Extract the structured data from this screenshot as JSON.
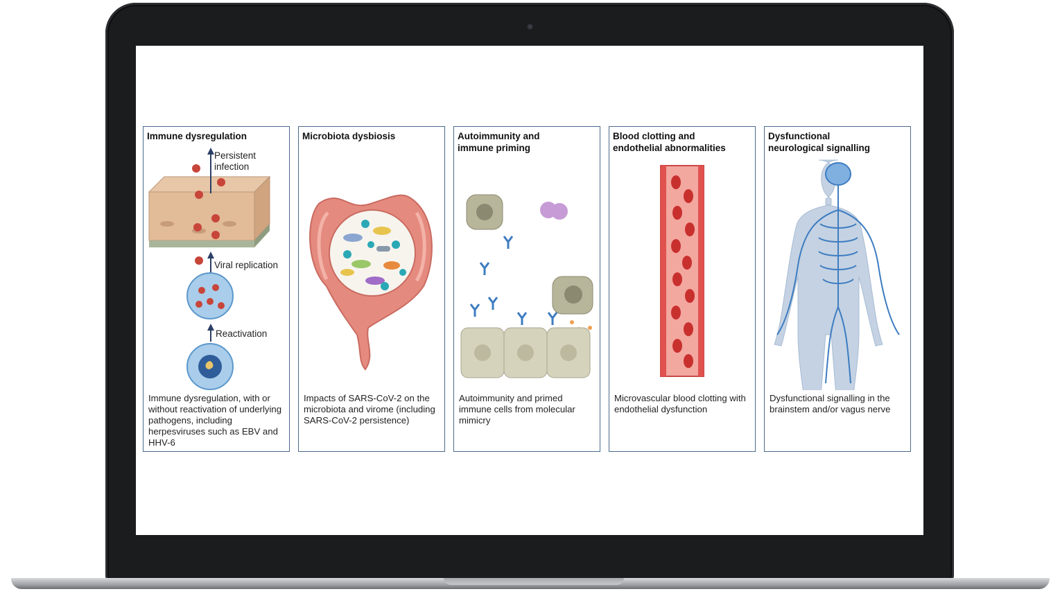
{
  "panels": [
    {
      "title": "Immune dysregulation",
      "caption": "Immune dysregulation, with or without reactivation of underlying pathogens, including herpesviruses such as EBV and HHV-6",
      "labels": {
        "persistent": "Persistent infection",
        "replication": "Viral replication",
        "reactivation": "Reactivation"
      }
    },
    {
      "title": "Microbiota dysbiosis",
      "caption": "Impacts of SARS-CoV-2 on the microbiota and virome (including SARS-CoV-2 persistence)"
    },
    {
      "title": "Autoimmunity and\nimmune priming",
      "caption": "Autoimmunity and primed immune cells from molecular mimicry"
    },
    {
      "title": "Blood clotting and\nendothelial abnormalities",
      "caption": "Microvascular blood clotting with endothelial dysfunction"
    },
    {
      "title": "Dysfunctional\nneurological signalling",
      "caption": "Dysfunctional signalling in the brainstem and/or vagus nerve"
    }
  ],
  "colors": {
    "frame": "#1b1c1e",
    "panel_border": "#4a6a8a",
    "virus": "#c8453a",
    "intestine": "#e58a7e",
    "blood_vessel": "#e0524e",
    "nerve": "#3d7cc0"
  }
}
